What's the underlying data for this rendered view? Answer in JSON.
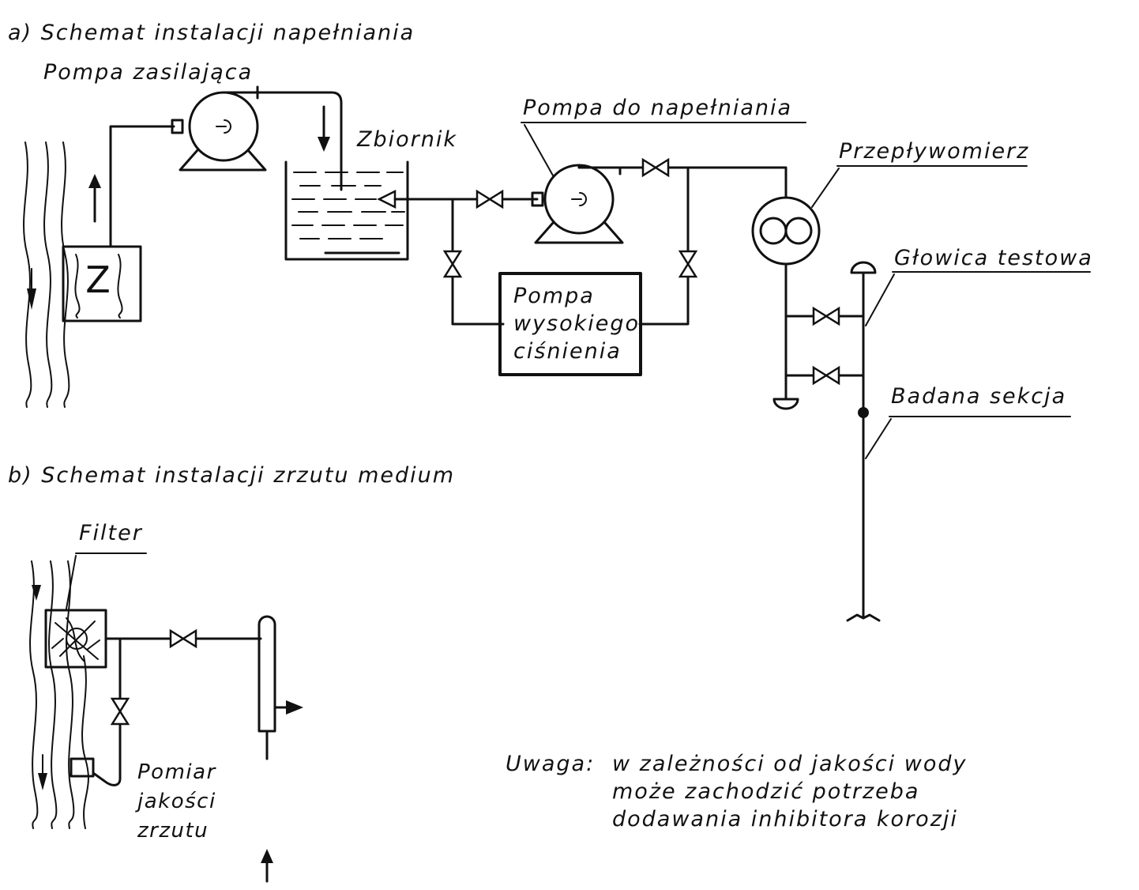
{
  "section_a": {
    "title": "a) Schemat instalacji napełniania",
    "labels": {
      "feed_pump": "Pompa zasilająca",
      "tank": "Zbiornik",
      "fill_pump": "Pompa do napełniania",
      "flowmeter": "Przepływomierz",
      "test_head": "Głowica testowa",
      "hp_pump_1": "Pompa",
      "hp_pump_2": "wysokiego",
      "hp_pump_3": "ciśnienia",
      "tested_section": "Badana sekcja"
    },
    "intake_symbol": "Z"
  },
  "section_b": {
    "title": "b) Schemat instalacji zrzutu medium",
    "labels": {
      "filter": "Filter",
      "measurement_1": "Pomiar",
      "measurement_2": "jakości",
      "measurement_3": "zrzutu"
    }
  },
  "note": {
    "prefix": "Uwaga:",
    "line_1": "w zależności od jakości  wody",
    "line_2": "może zachodzić potrzeba",
    "line_3": "dodawania  inhibitora korozji"
  }
}
